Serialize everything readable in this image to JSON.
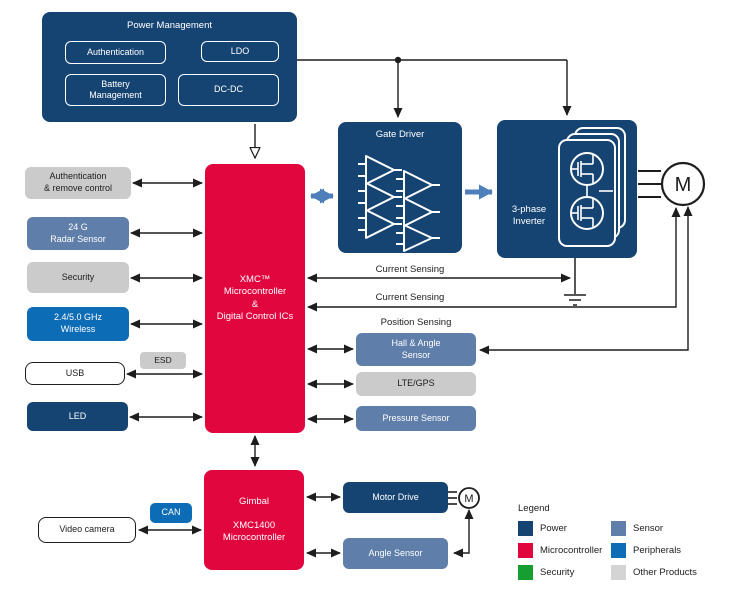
{
  "colors": {
    "power": "#164472",
    "microcontroller": "#E2063F",
    "security": "#169E31",
    "sensor": "#5F7EA9",
    "peripherals": "#0C6CB5",
    "other": "#CBCBCB",
    "other_products": "#D4D4D4",
    "arrow": "#4F7FBA"
  },
  "power_management": {
    "title": "Power Management",
    "authentication": "Authentication",
    "ldo": "LDO",
    "battery": "Battery\nManagement",
    "dcdc": "DC-DC"
  },
  "left_column": {
    "auth_remote": "Authentication\n& remove control",
    "radar": "24 G\nRadar Sensor",
    "security": "Security",
    "wireless": "2.4/5.0 GHz\nWireless",
    "usb": "USB",
    "esd": "ESD",
    "led": "LED"
  },
  "center": {
    "xmc": "XMC™\nMicrocontroller\n&\nDigital Control ICs"
  },
  "drive": {
    "gate_driver": "Gate Driver",
    "inverter": "3-phase\nInverter",
    "motor": "M"
  },
  "sensing": {
    "current_sensing_1": "Current Sensing",
    "current_sensing_2": "Current Sensing",
    "position_sensing": "Position Sensing",
    "hall_angle": "Hall & Angle\nSensor",
    "lte_gps": "LTE/GPS",
    "pressure": "Pressure Sensor"
  },
  "gimbal": {
    "block": "Gimbal\n\nXMC1400\nMicrocontroller",
    "motor_drive": "Motor Drive",
    "motor": "M",
    "angle_sensor": "Angle Sensor",
    "can": "CAN",
    "video_camera": "Video camera"
  },
  "legend": {
    "title": "Legend",
    "items": [
      {
        "label": "Power",
        "color": "#164472"
      },
      {
        "label": "Microcontroller",
        "color": "#E2063F"
      },
      {
        "label": "Security",
        "color": "#169E31"
      },
      {
        "label": "Sensor",
        "color": "#5F7EA9"
      },
      {
        "label": "Peripherals",
        "color": "#0C6CB5"
      },
      {
        "label": "Other Products",
        "color": "#D4D4D4"
      }
    ]
  }
}
